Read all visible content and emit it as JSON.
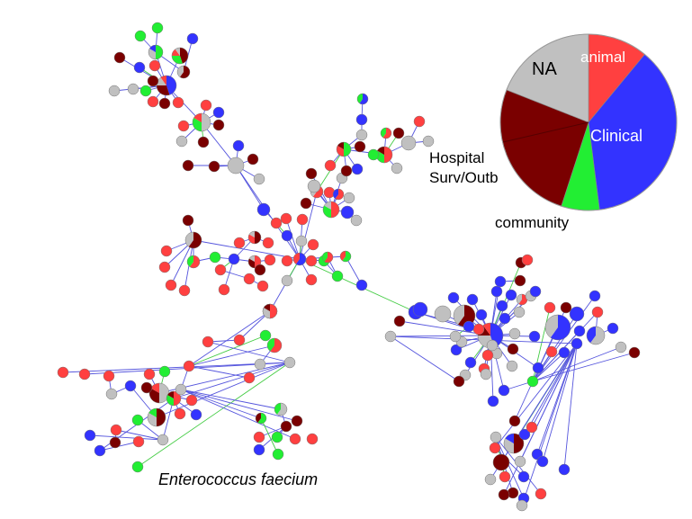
{
  "caption": "Enterococcus faecium",
  "legend": {
    "animal": "animal",
    "clinical": "Clinical",
    "hospital_line1": "Hospital",
    "hospital_line2": "Surv/Outb",
    "community": "community",
    "na": "NA"
  },
  "colors": {
    "animal": "#ff4040",
    "clinical": "#3333ff",
    "hospital": "#7a0000",
    "community": "#22ee33",
    "na": "#c0c0c0",
    "edge": "#5555dd",
    "edge_green": "#44cc44"
  },
  "chart_data": {
    "type": "pie",
    "title": "",
    "slices": [
      {
        "name": "animal",
        "value": 11
      },
      {
        "name": "Clinical",
        "value": 37
      },
      {
        "name": "community",
        "value": 7
      },
      {
        "name": "Hospital Surv/Outb",
        "value": 26
      },
      {
        "name": "NA",
        "value": 19
      }
    ]
  }
}
